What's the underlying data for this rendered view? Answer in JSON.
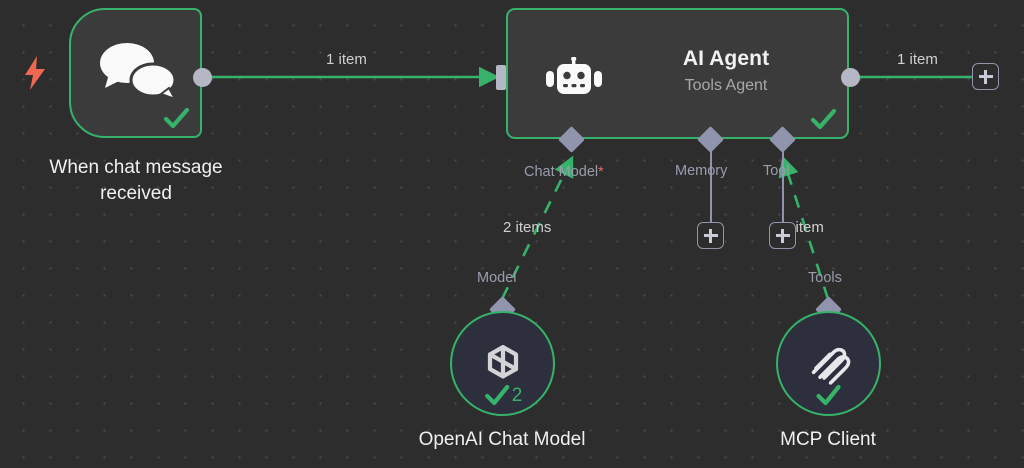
{
  "canvas": {
    "background_color": "#2d2d2d",
    "grid_dot_color": "#4a4a4a",
    "accent_green": "#36b26b",
    "port_color": "#9094ad",
    "trigger_bolt_color": "#f2674f"
  },
  "nodes": {
    "trigger": {
      "caption": "When chat message\nreceived",
      "icon": "chat-bubbles-icon",
      "trigger_icon": "lightning-bolt-icon",
      "status": "success"
    },
    "agent": {
      "title": "AI Agent",
      "subtitle": "Tools Agent",
      "icon": "robot-icon",
      "status": "success",
      "sub_ports": [
        {
          "label": "Chat Model",
          "required": true,
          "required_marker": "*"
        },
        {
          "label": "Memory",
          "required": false,
          "required_marker": ""
        },
        {
          "label": "Tool",
          "required": false,
          "required_marker": ""
        }
      ]
    },
    "openai": {
      "caption": "OpenAI Chat Model",
      "port_label": "Model",
      "icon": "openai-logo-icon",
      "status": "success",
      "run_count": "2"
    },
    "mcp": {
      "caption": "MCP Client",
      "port_label": "Tools",
      "icon": "mcp-logo-icon",
      "status": "success",
      "run_count": ""
    }
  },
  "edges": {
    "trigger_to_agent": {
      "label": "1 item",
      "style": "solid"
    },
    "agent_to_output": {
      "label": "1 item",
      "style": "solid"
    },
    "openai_to_agent": {
      "label": "2 items",
      "style": "dashed"
    },
    "mcp_to_agent": {
      "label": "1 item",
      "style": "dashed"
    }
  },
  "add_buttons": {
    "output": "+",
    "memory": "+",
    "tool": "+"
  }
}
